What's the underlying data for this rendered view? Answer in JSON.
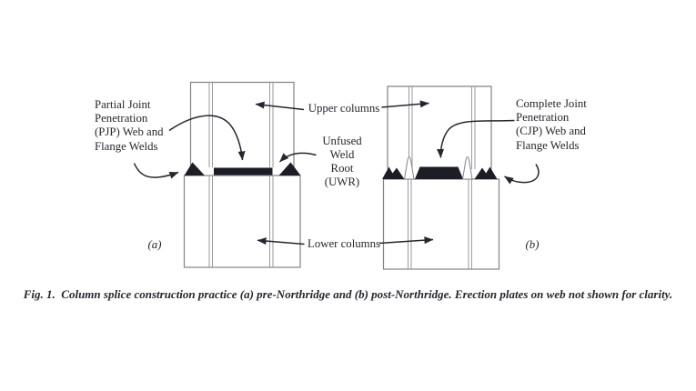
{
  "figure": {
    "labels": {
      "pjp": "Partial Joint\nPenetration\n(PJP) Web and\nFlange Welds",
      "upper_columns": "Upper columns",
      "uwr": "Unfused\nWeld\nRoot\n(UWR)",
      "cjp": "Complete Joint\nPenetration\n(CJP) Web and\nFlange Welds",
      "lower_columns": "Lower columns",
      "sub_a": "(a)",
      "sub_b": "(b)"
    },
    "caption": "Fig. 1.  Column splice construction practice (a) pre-Northridge and (b) post-Northridge. Erection plates on web not shown for clarity."
  },
  "colors": {
    "ink": "#26262e",
    "outline": "#82828a",
    "flange_line": "#9a9aa2",
    "weld_fill": "#1d1d26",
    "background": "#ffffff"
  }
}
